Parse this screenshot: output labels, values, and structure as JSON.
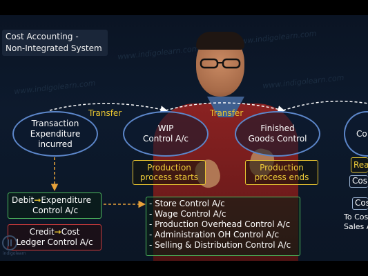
{
  "title": {
    "line1": "Cost Accounting -",
    "line2": "Non-Integrated System"
  },
  "transfers": [
    "Transfer",
    "Transfer"
  ],
  "ovals": {
    "transaction": {
      "line1": "Transaction",
      "line2": "Expenditure",
      "line3": "incurred"
    },
    "wip": {
      "line1": "WIP",
      "line2": "Control A/c"
    },
    "finished": {
      "line1": "Finished",
      "line2": "Goods Control"
    },
    "cost_partial": "Co"
  },
  "yellow_boxes": {
    "production_starts": {
      "line1": "Production",
      "line2": "process starts"
    },
    "production_ends": {
      "line1": "Production",
      "line2": "process ends"
    },
    "partial": "Rea"
  },
  "debit": {
    "prefix": "Debit",
    "arrow": "→",
    "suffix": "Expenditure",
    "line2": "Control A/c"
  },
  "credit": {
    "prefix": "Credit",
    "arrow": "→",
    "suffix": "Cost",
    "line2": "Ledger Control A/c"
  },
  "ledgers": [
    "- Store Control A/c",
    "- Wage Control A/c",
    "- Production Overhead Control A/c",
    "- Administration OH Control A/c",
    "- Selling & Distribution Control A/c"
  ],
  "right_partial": {
    "box1": "Cos",
    "box2": "Cos",
    "text1": "To Cos",
    "text2": "Sales A"
  },
  "watermark": "www.indigolearn.com",
  "logo_text": "indigolearn",
  "colors": {
    "oval_border": "#5c86c9",
    "transfer": "#e8c531",
    "green": "#4fbe5f",
    "red": "#d03b3b"
  }
}
